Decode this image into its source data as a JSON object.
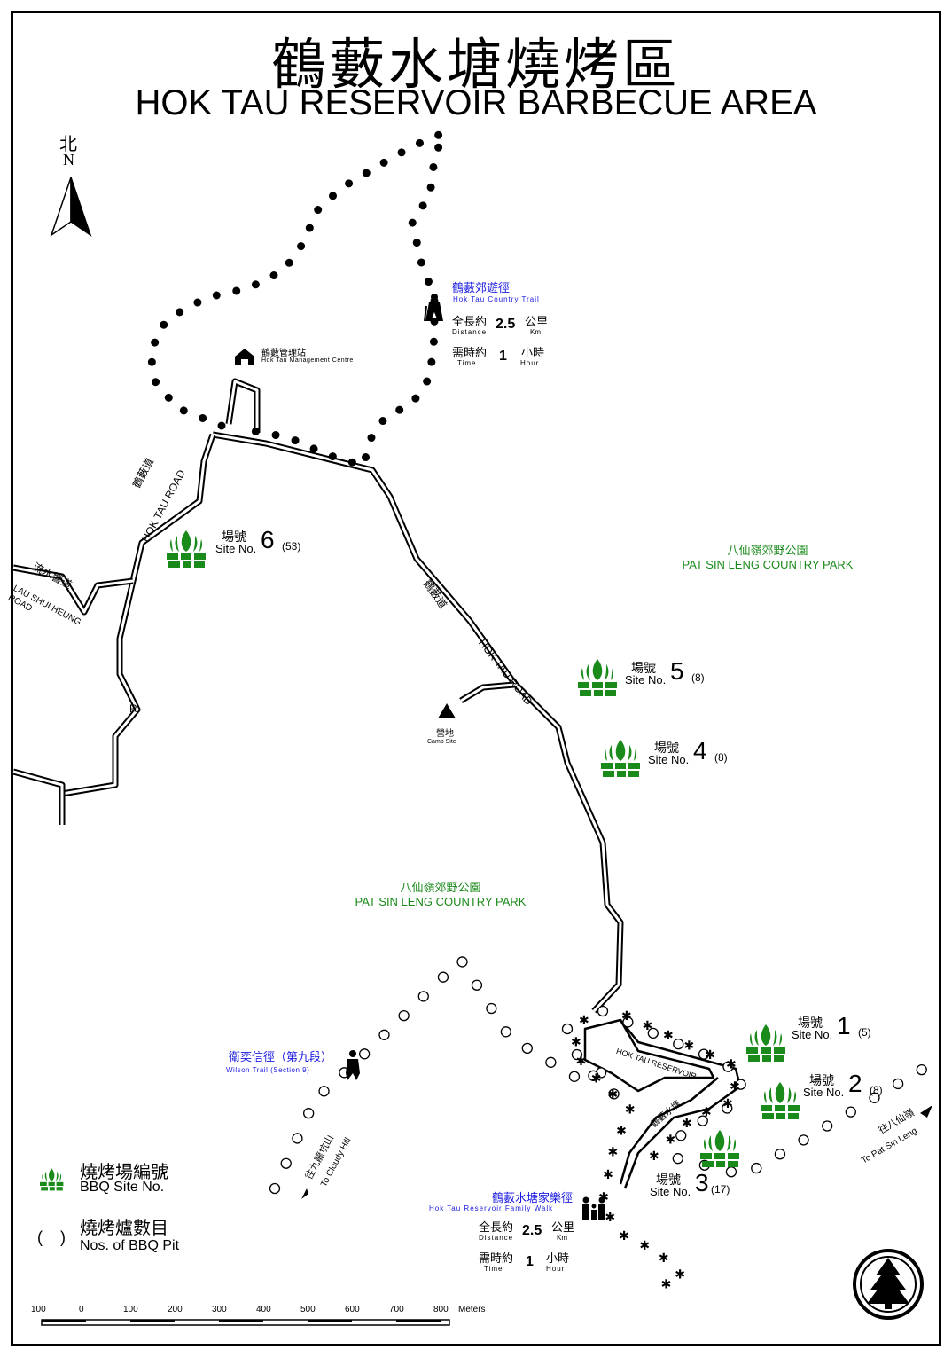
{
  "title": {
    "zh": "鶴藪水塘燒烤區",
    "en": "HOK TAU RESERVOIR BARBECUE AREA"
  },
  "north": {
    "zh": "北",
    "en": "N"
  },
  "country_trail": {
    "zh": "鶴藪郊遊徑",
    "en": "Hok Tau Country Trail",
    "distance_zh": "全長約",
    "distance_en": "Distance",
    "distance_value": "2.5",
    "distance_unit_zh": "公里",
    "distance_unit_en": "Km",
    "time_zh": "需時約",
    "time_en": "Time",
    "time_value": "1",
    "time_unit_zh": "小時",
    "time_unit_en": "Hour"
  },
  "family_walk": {
    "zh": "鶴藪水塘家樂徑",
    "en": "Hok Tau Reservoir Family Walk",
    "distance_zh": "全長約",
    "distance_en": "Distance",
    "distance_value": "2.5",
    "distance_unit_zh": "公里",
    "distance_unit_en": "Km",
    "time_zh": "需時約",
    "time_en": "Time",
    "time_value": "1",
    "time_unit_zh": "小時",
    "time_unit_en": "Hour"
  },
  "wilson_trail": {
    "zh": "衛奕信徑（第九段）",
    "en": "Wilson Trail (Section 9)"
  },
  "management_centre": {
    "zh": "鶴藪管理站",
    "en": "Hok Tau Management Centre"
  },
  "camp_site": {
    "zh": "營地",
    "en": "Camp Site"
  },
  "roads": {
    "hok_tau_zh": "鶴藪道",
    "hok_tau_en": "HOK TAU ROAD",
    "lau_shui_heung_zh": "流水響道",
    "lau_shui_heung_en": "LAU SHUI HEUNG ROAD",
    "reservoir_en": "HOK TAU RESERVOIR",
    "reservoir_zh": "鶴藪水塘",
    "r_marker": "R"
  },
  "parks": [
    {
      "zh": "八仙嶺郊野公園",
      "en": "PAT SIN LENG COUNTRY PARK"
    },
    {
      "zh": "八仙嶺郊野公園",
      "en": "PAT SIN LENG COUNTRY PARK"
    }
  ],
  "directions": {
    "pat_sin_leng_zh": "往八仙嶺",
    "pat_sin_leng_en": "To Pat Sin Leng",
    "cloudy_hill_zh": "往九龍坑山",
    "cloudy_hill_en": "To Cloudy Hill"
  },
  "site_label_zh": "場號",
  "site_label_en": "Site No.",
  "sites": [
    {
      "number": "1",
      "pits": "(5)"
    },
    {
      "number": "2",
      "pits": "(8)"
    },
    {
      "number": "3",
      "pits": "(17)"
    },
    {
      "number": "4",
      "pits": "(8)"
    },
    {
      "number": "5",
      "pits": "(8)"
    },
    {
      "number": "6",
      "pits": "(53)"
    }
  ],
  "legend": {
    "site_zh": "燒烤場編號",
    "site_en": "BBQ Site No.",
    "pit_symbol": "(    )",
    "pit_zh": "燒烤爐數目",
    "pit_en": "Nos. of BBQ Pit"
  },
  "scale": {
    "ticks": [
      "100",
      "0",
      "100",
      "200",
      "300",
      "400",
      "500",
      "600",
      "700",
      "800"
    ],
    "unit": "Meters"
  },
  "colors": {
    "bbq_green": "#1a8a1a",
    "trail_blue": "#1a1ae0"
  }
}
